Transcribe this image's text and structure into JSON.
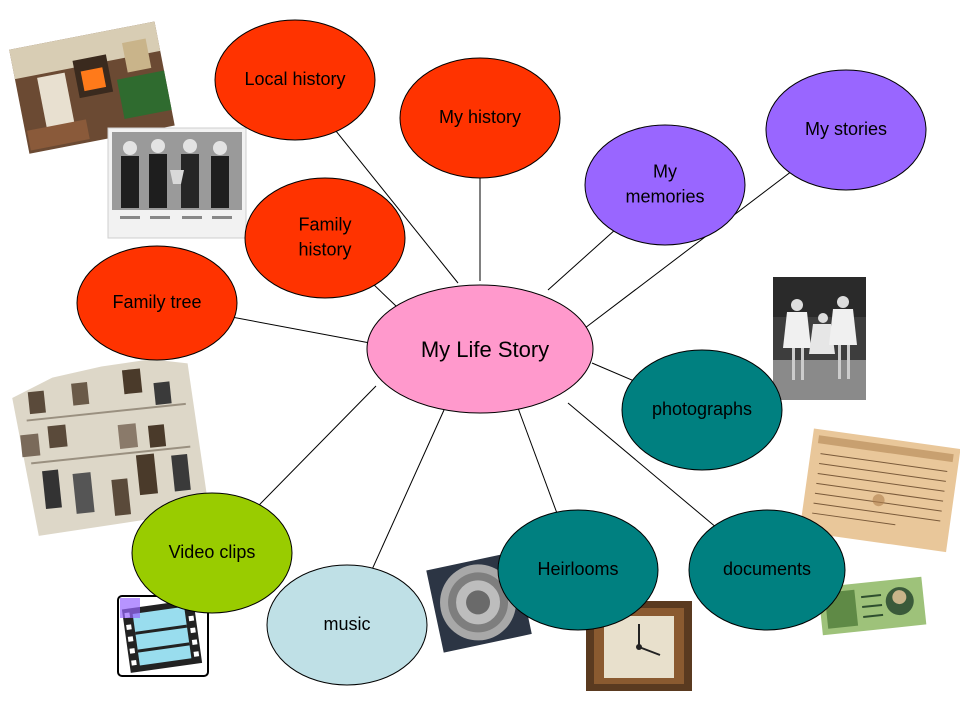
{
  "center": {
    "label": "My Life Story",
    "color": "#ff99cc"
  },
  "topics": [
    {
      "id": "local-history",
      "lines": [
        "Local history"
      ],
      "color": "#ff3300"
    },
    {
      "id": "my-history",
      "lines": [
        "My history"
      ],
      "color": "#ff3300"
    },
    {
      "id": "my-memories",
      "lines": [
        "My",
        "memories"
      ],
      "color": "#9966ff"
    },
    {
      "id": "my-stories",
      "lines": [
        "My stories"
      ],
      "color": "#9966ff"
    },
    {
      "id": "family-history",
      "lines": [
        "Family",
        "history"
      ],
      "color": "#ff3300"
    },
    {
      "id": "family-tree",
      "lines": [
        "Family tree"
      ],
      "color": "#ff3300"
    },
    {
      "id": "photographs",
      "lines": [
        "photographs"
      ],
      "color": "#008080"
    },
    {
      "id": "documents",
      "lines": [
        "documents"
      ],
      "color": "#008080"
    },
    {
      "id": "heirlooms",
      "lines": [
        "Heirlooms"
      ],
      "color": "#008080"
    },
    {
      "id": "music",
      "lines": [
        "music"
      ],
      "color": "#bfe0e6"
    },
    {
      "id": "video-clips",
      "lines": [
        "Video clips"
      ],
      "color": "#99cc00"
    }
  ],
  "pictures": [
    {
      "id": "living-room-photo",
      "kind": "room"
    },
    {
      "id": "men-with-trophy-photo",
      "kind": "group"
    },
    {
      "id": "family-tree-collage",
      "kind": "collage"
    },
    {
      "id": "film-reel-icon",
      "kind": "film"
    },
    {
      "id": "girls-photo",
      "kind": "girls"
    },
    {
      "id": "old-certificate",
      "kind": "certificate"
    },
    {
      "id": "banknote",
      "kind": "banknote"
    },
    {
      "id": "silver-plate",
      "kind": "plate"
    },
    {
      "id": "mantel-clock",
      "kind": "clock"
    }
  ]
}
